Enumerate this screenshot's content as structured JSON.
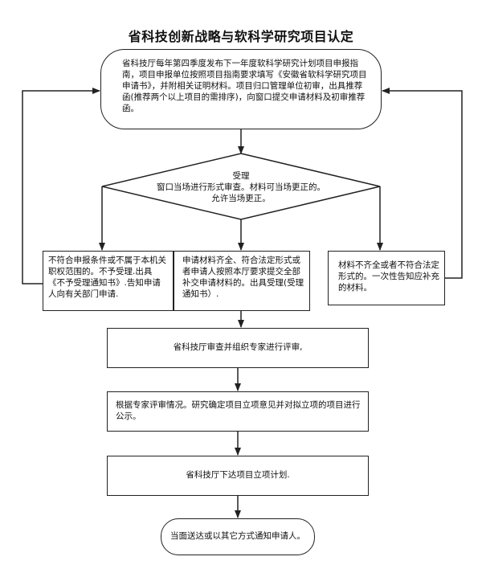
{
  "title": "省科技创新战略与软科学研究项目认定",
  "nodes": {
    "start": "省科技厅每年第四季度发布下一年度软科学研究计划项目申报指南，项目申报单位按照项目指南要求填写《安徽省软科学研究项目申请书》，并附相关证明材料。项目归口管理单位初审，出具推荐函(推荐两个以上项目的需排序)，向窗口提交申请材料及初审推荐函。",
    "decision": "受理\n窗口当场进行形式审查。材料可当场更正的。允许当场更正。",
    "left": "不符合申报条件或不属于本机关职权范围的。不予受理.出具《不予受理通知书》.告知申请人向有关部门申请.",
    "middle": "申请材料齐全、符合法定形式或者申请人按照本厅要求提交全部补交申请材料的。出具受理(受理通知书）.",
    "right": "材料不齐全或者不符合法定形式的。一次性告知应补充的材料。",
    "review": "省科技厅审查并组织专家进行评审,",
    "publicize": "根据专家评审情况。研究确定项目立项意见并对拟立项的项目进行公示。",
    "plan": "省科技厅下达项目立项计划.",
    "end": "当面送达或以其它方式通知申请人。"
  }
}
